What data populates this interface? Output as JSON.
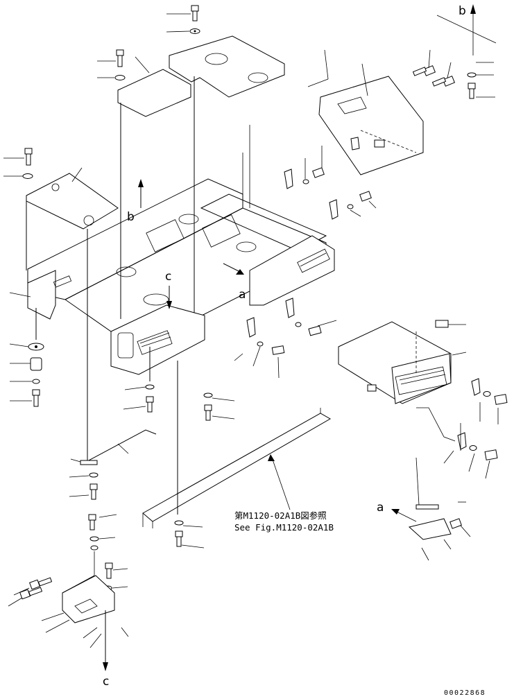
{
  "diagram": {
    "marker_labels": [
      "a",
      "a",
      "b",
      "b",
      "c",
      "c"
    ],
    "reference_note": {
      "japanese": "第M1120-02A1B図参照",
      "english": "See Fig.M1120-02A1B"
    },
    "drawing_id": "00022868"
  }
}
